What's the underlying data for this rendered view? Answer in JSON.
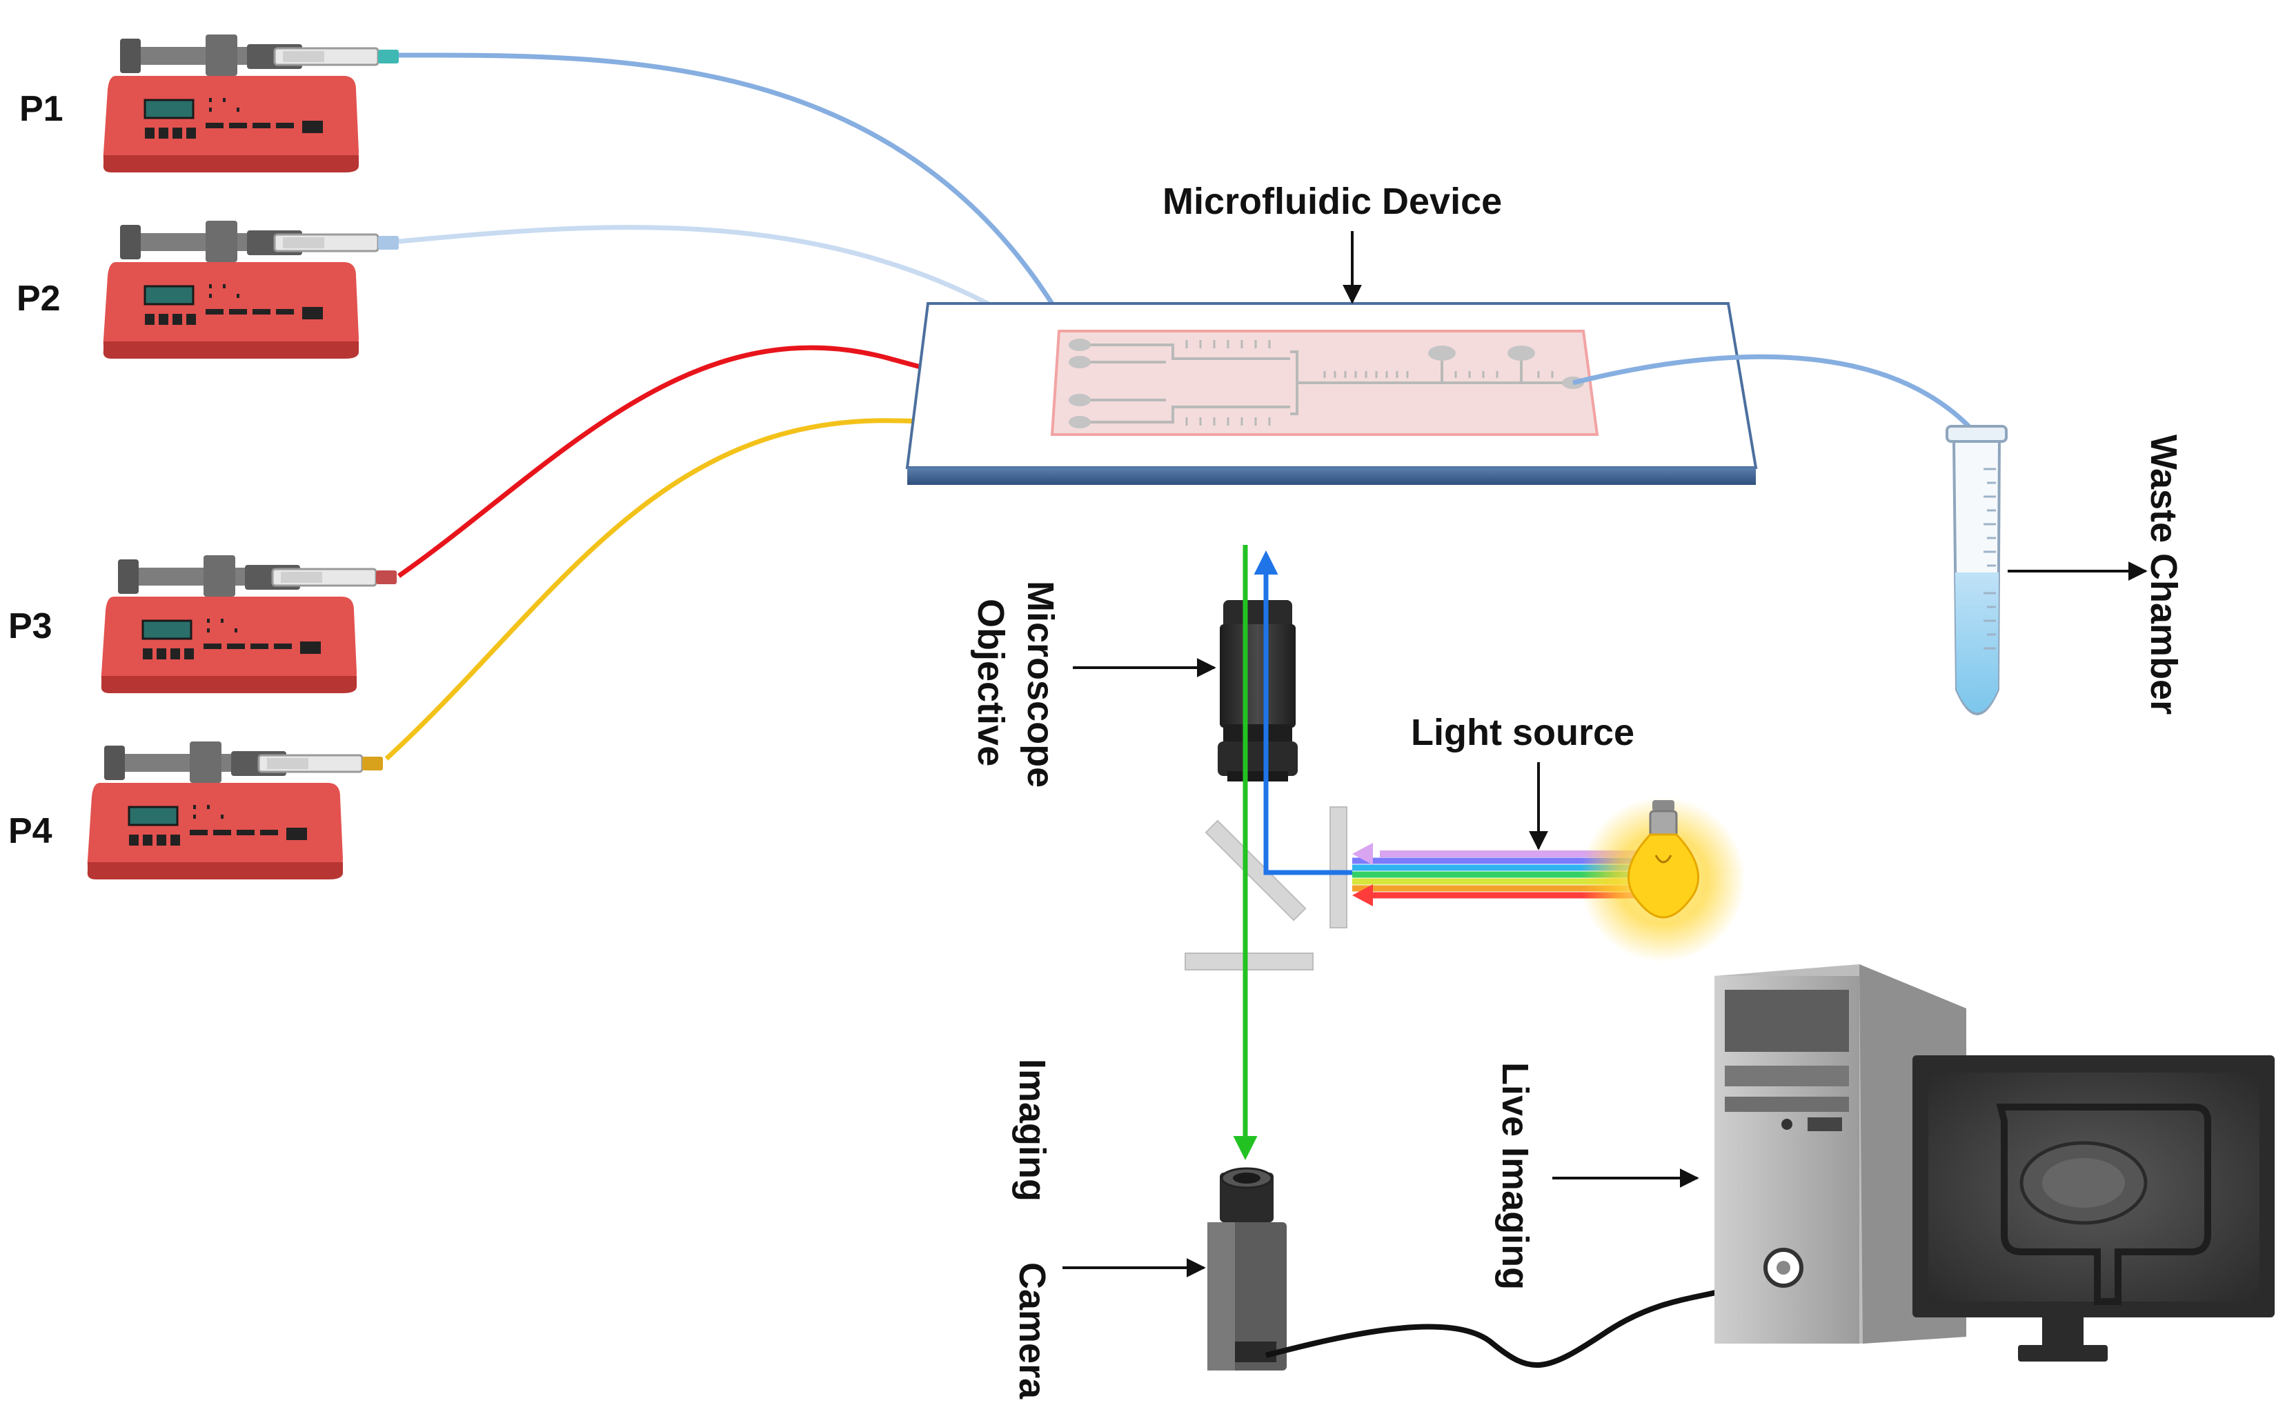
{
  "pumps": [
    {
      "label": "P1",
      "tube_color": "#86aee0"
    },
    {
      "label": "P2",
      "tube_color": "#c9dbf1"
    },
    {
      "label": "P3",
      "tube_color": "#e8141b"
    },
    {
      "label": "P4",
      "tube_color": "#f3c21a"
    }
  ],
  "labels": {
    "microfluidic_device": "Microfluidic Device",
    "waste_chamber": "Waste Chamber",
    "microscope_line1": "Microscope",
    "microscope_line2": "Objective",
    "light_source": "Light source",
    "imaging": "Imaging",
    "camera": "Camera",
    "live_imaging": "Live Imaging"
  },
  "colors": {
    "pump_body": "#e2524f",
    "emission_beam": "#23c223",
    "excitation_beam": "#1f74e8",
    "waste_tube": "#86aee0",
    "device_chip": "#f4dcdc",
    "glass_slide": "#ffffff"
  },
  "icons": [
    "syringe-pump-icon",
    "microfluidic-chip-icon",
    "centrifuge-tube-icon",
    "objective-lens-icon",
    "light-bulb-icon",
    "camera-icon",
    "desktop-computer-icon",
    "monitor-icon"
  ]
}
